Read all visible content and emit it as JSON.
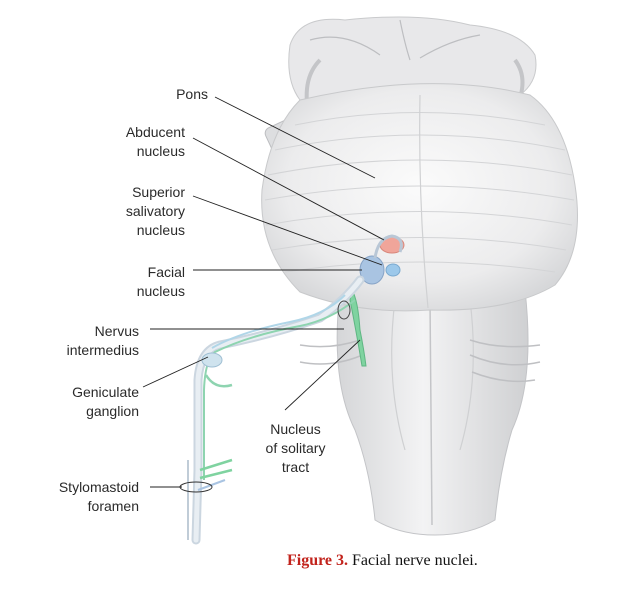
{
  "labels": {
    "pons": "Pons",
    "abducent": "Abducent\nnucleus",
    "superior": "Superior\nsalivatory\nnucleus",
    "facial": "Facial\nnucleus",
    "nervus": "Nervus\nintermedius",
    "geniculate": "Geniculate\nganglion",
    "solitary": "Nucleus\nof solitary\ntract",
    "stylomastoid": "Stylomastoid\nforamen"
  },
  "caption": {
    "figure_label": "Figure 3.",
    "text": " Facial nerve nuclei."
  },
  "colors": {
    "abducent_nucleus": "#f0a59a",
    "facial_nucleus": "#a9c4e2",
    "salivatory_nucleus": "#9cc8ea",
    "solitary_tract": "#7fd3a0",
    "figure_label": "#c2231c"
  }
}
